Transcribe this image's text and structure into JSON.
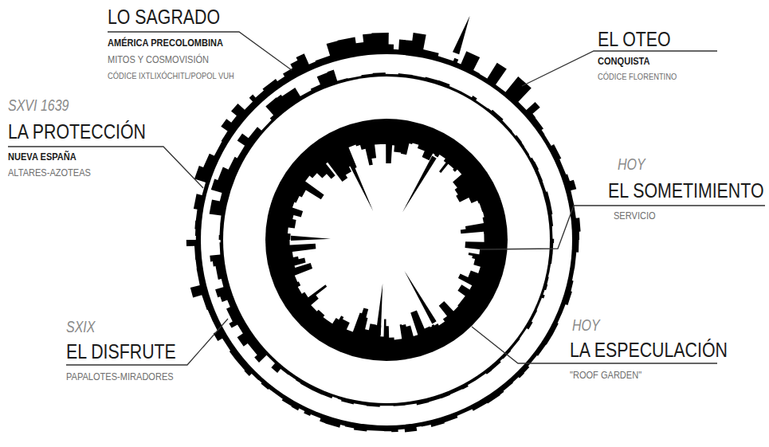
{
  "diagram": {
    "labels": [
      "LO SAGRADO",
      "AMÉRICA PRECOLOMBINA",
      "MITOS Y COSMOVISIÓN",
      "CÓDICE IXTLIXÓCHITL/POPOL VUH",
      "EL OTEO",
      "CONQUISTA",
      "CÓDICE FLORENTINO",
      "SXVI 1639",
      "LA PROTECCIÓN",
      "NUEVA ESPAÑA",
      "ALTARES-AZOTEAS",
      "HOY",
      "EL SOMETIMIENTO",
      "SERVICIO",
      "SXIX",
      "EL DISFRUTE",
      "PAPALOTES-MIRADORES",
      "HOY",
      "LA ESPECULACIÓN",
      "\"ROOF GARDEN\""
    ]
  }
}
